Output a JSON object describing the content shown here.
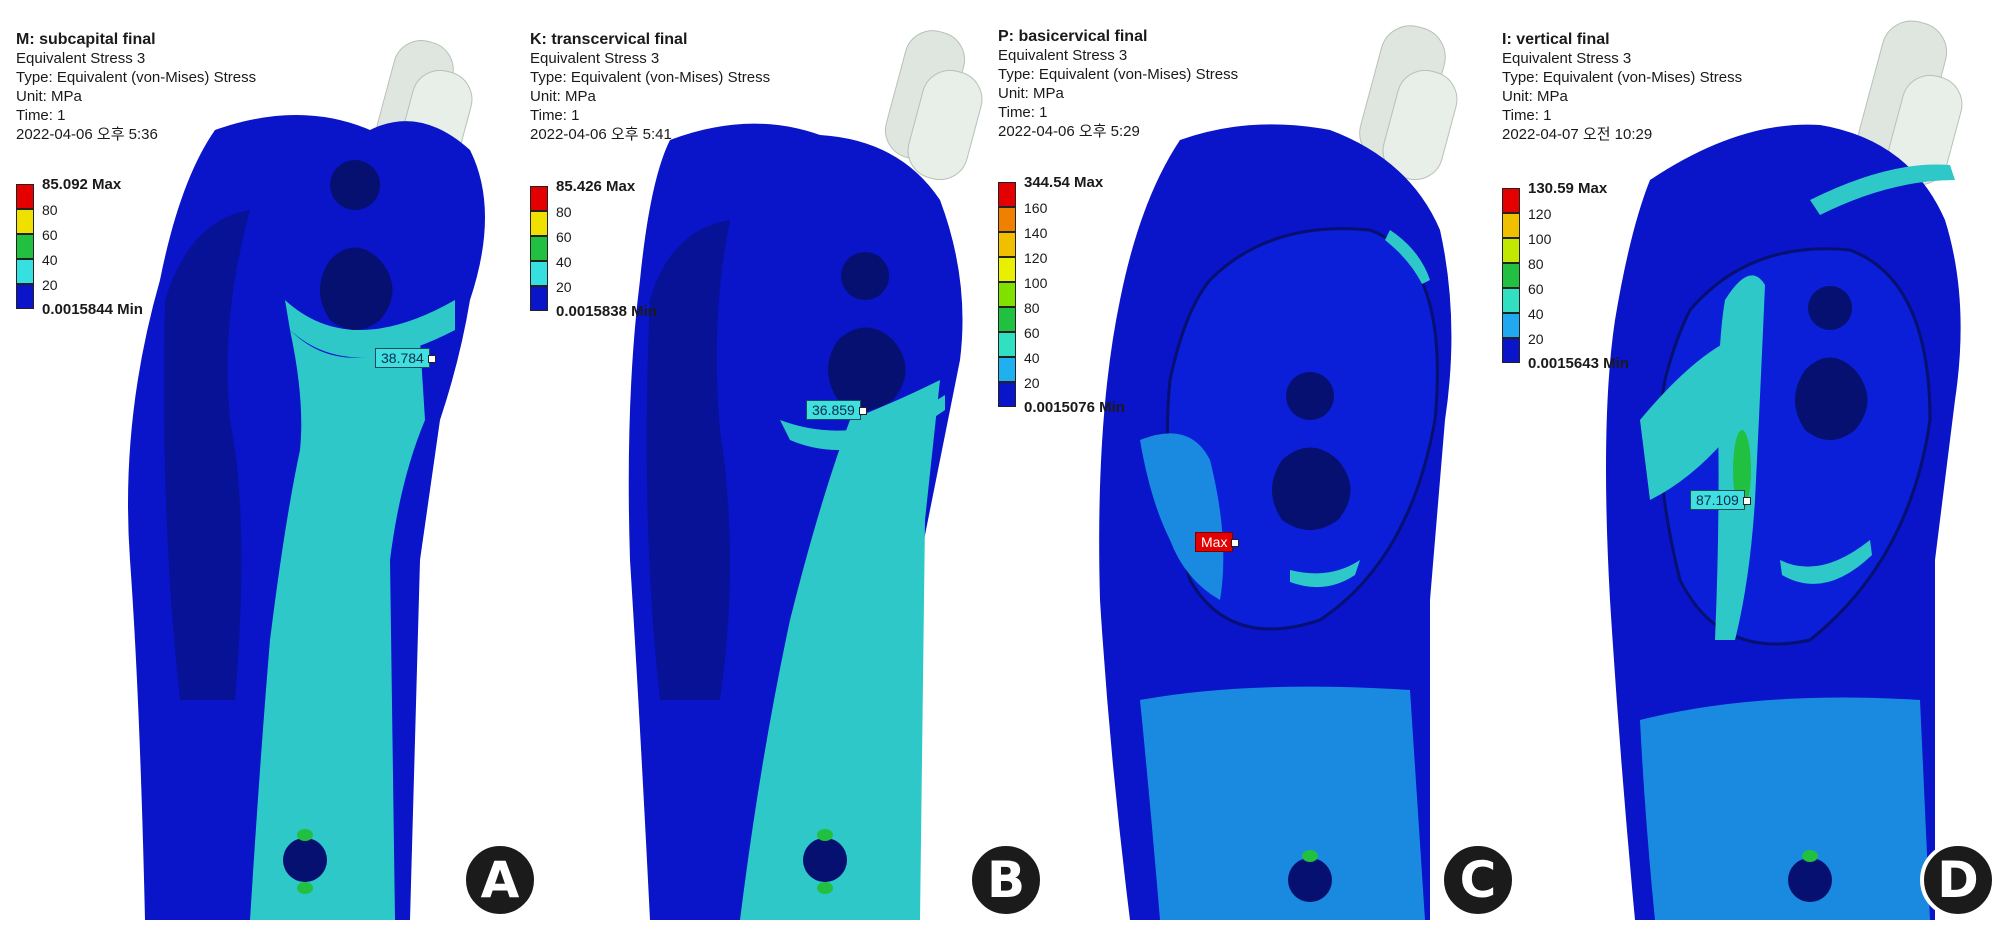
{
  "panels": [
    {
      "title": "M: subcapital final",
      "result": "Equivalent Stress 3",
      "type": "Type: Equivalent (von-Mises) Stress",
      "unit": "Unit: MPa",
      "time": "Time: 1",
      "date": "2022-04-06 오후 5:36",
      "legend": [
        "85.092 Max",
        "80",
        "60",
        "40",
        "20",
        "0.0015844 Min"
      ],
      "probe": "38.784",
      "label": "A"
    },
    {
      "title": "K: transcervical final",
      "result": "Equivalent Stress 3",
      "type": "Type: Equivalent (von-Mises) Stress",
      "unit": "Unit: MPa",
      "time": "Time: 1",
      "date": "2022-04-06 오후 5:41",
      "legend": [
        "85.426 Max",
        "80",
        "60",
        "40",
        "20",
        "0.0015838 Min"
      ],
      "probe": "36.859",
      "label": "B"
    },
    {
      "title": "P: basicervical final",
      "result": "Equivalent Stress 3",
      "type": "Type: Equivalent (von-Mises) Stress",
      "unit": "Unit: MPa",
      "time": "Time: 1",
      "date": "2022-04-06 오후 5:29",
      "legend": [
        "344.54 Max",
        "160",
        "140",
        "120",
        "100",
        "80",
        "60",
        "40",
        "20",
        "0.0015076 Min"
      ],
      "probe": "Max",
      "label": "C"
    },
    {
      "title": "I: vertical final",
      "result": "Equivalent Stress 3",
      "type": "Type: Equivalent (von-Mises) Stress",
      "unit": "Unit: MPa",
      "time": "Time: 1",
      "date": "2022-04-07 오전 10:29",
      "legend": [
        "130.59 Max",
        "120",
        "100",
        "80",
        "60",
        "40",
        "20",
        "0.0015643 Min"
      ],
      "probe": "87.109",
      "label": "D"
    }
  ],
  "colors": {
    "deep_blue": "#0a14c8",
    "navy": "#061070",
    "cyan": "#2ec8c8",
    "sky": "#1a8ae0",
    "green": "#22c040",
    "red": "#e40000"
  }
}
